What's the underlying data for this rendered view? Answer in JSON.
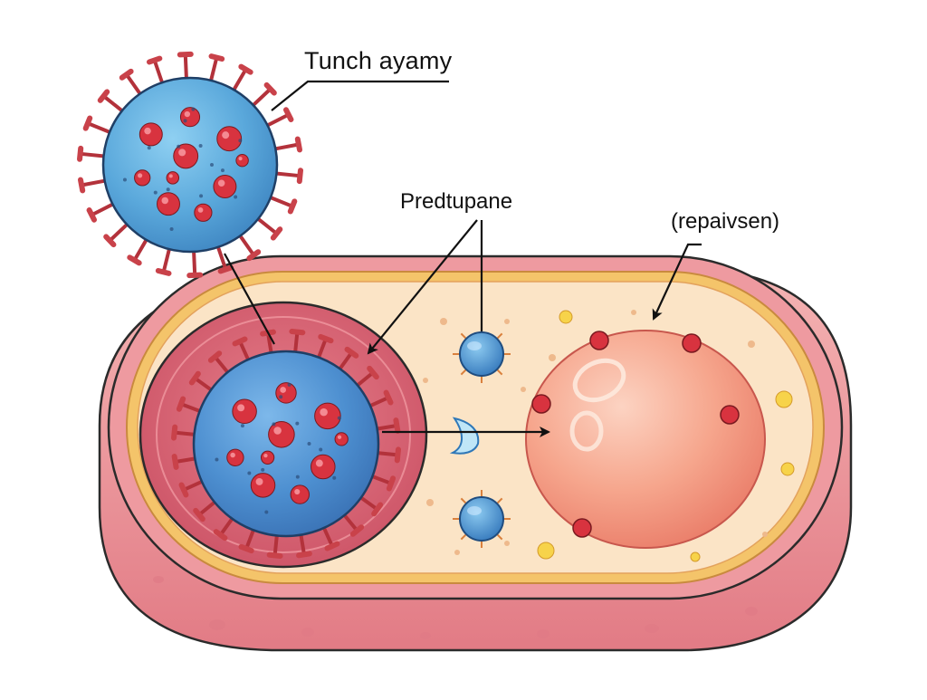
{
  "labels": {
    "top": "Tunch ayamy",
    "middle": "Predtupane",
    "right": "(repaivsen)"
  },
  "colors": {
    "cell_wall_outer": "#e98b93",
    "cell_wall_inner": "#f1a9ac",
    "membrane_yellow": "#f4c46a",
    "cytoplasm": "#fbe3c3",
    "virus_body": "#5da7d9",
    "virus_spike": "#c9424a",
    "vacuole": "#d9606f",
    "nucleus": "#f59a86",
    "outline": "#2b2b2b"
  }
}
